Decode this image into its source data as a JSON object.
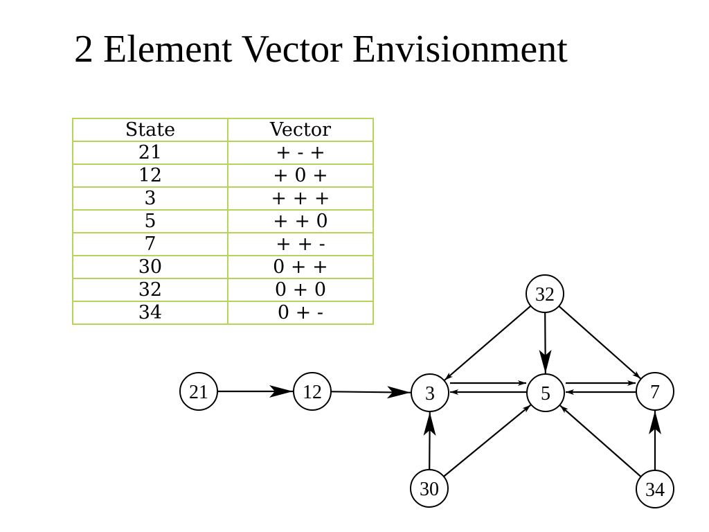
{
  "title": "2 Element Vector Envisionment",
  "table": {
    "headers": [
      "State",
      "Vector"
    ],
    "rows": [
      [
        "21",
        "+ - +"
      ],
      [
        "12",
        "+ 0 +"
      ],
      [
        "3",
        "+ + +"
      ],
      [
        "5",
        "+ + 0"
      ],
      [
        "7",
        "+ + -"
      ],
      [
        "30",
        "0 + +"
      ],
      [
        "32",
        "0 + 0"
      ],
      [
        "34",
        "0 + -"
      ]
    ]
  },
  "graph": {
    "nodes": [
      "21",
      "12",
      "3",
      "5",
      "7",
      "30",
      "32",
      "34"
    ],
    "edges": [
      [
        "21",
        "12"
      ],
      [
        "12",
        "3"
      ],
      [
        "3",
        "5"
      ],
      [
        "5",
        "3"
      ],
      [
        "5",
        "7"
      ],
      [
        "7",
        "5"
      ],
      [
        "32",
        "3"
      ],
      [
        "32",
        "5"
      ],
      [
        "32",
        "7"
      ],
      [
        "30",
        "3"
      ],
      [
        "30",
        "5"
      ],
      [
        "34",
        "5"
      ],
      [
        "34",
        "7"
      ]
    ]
  }
}
